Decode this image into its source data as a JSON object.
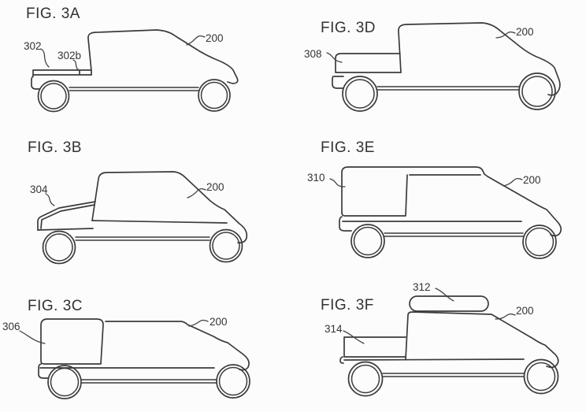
{
  "colors": {
    "ink": "#3b3b3b",
    "background": "#fcfcfc"
  },
  "figures": [
    {
      "id": "3A",
      "title": "FIG. 3A",
      "vehicle_ref": "200",
      "parts": [
        {
          "ref": "302"
        },
        {
          "ref": "302b"
        }
      ]
    },
    {
      "id": "3D",
      "title": "FIG. 3D",
      "vehicle_ref": "200",
      "parts": [
        {
          "ref": "308"
        }
      ]
    },
    {
      "id": "3B",
      "title": "FIG. 3B",
      "vehicle_ref": "200",
      "parts": [
        {
          "ref": "304"
        }
      ]
    },
    {
      "id": "3E",
      "title": "FIG. 3E",
      "vehicle_ref": "200",
      "parts": [
        {
          "ref": "310"
        }
      ]
    },
    {
      "id": "3C",
      "title": "FIG. 3C",
      "vehicle_ref": "200",
      "parts": [
        {
          "ref": "306"
        }
      ]
    },
    {
      "id": "3F",
      "title": "FIG. 3F",
      "vehicle_ref": "200",
      "parts": [
        {
          "ref": "312"
        },
        {
          "ref": "314"
        }
      ]
    }
  ]
}
